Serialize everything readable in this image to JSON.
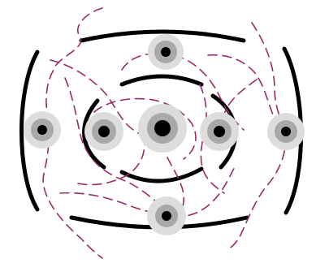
{
  "colors": {
    "background": "#ffffff",
    "wall": "#000000",
    "path": "#9a2a6a",
    "halo_outer": "#dddddd",
    "halo_inner": "#a8a8a8",
    "dot": "#000000"
  },
  "icons": {
    "node": "dot-target-icon",
    "path": "dashed-path"
  },
  "nodes": [
    {
      "id": "top"
    },
    {
      "id": "left-outer"
    },
    {
      "id": "left-inner"
    },
    {
      "id": "center"
    },
    {
      "id": "right-inner"
    },
    {
      "id": "right-outer"
    },
    {
      "id": "bottom"
    }
  ]
}
